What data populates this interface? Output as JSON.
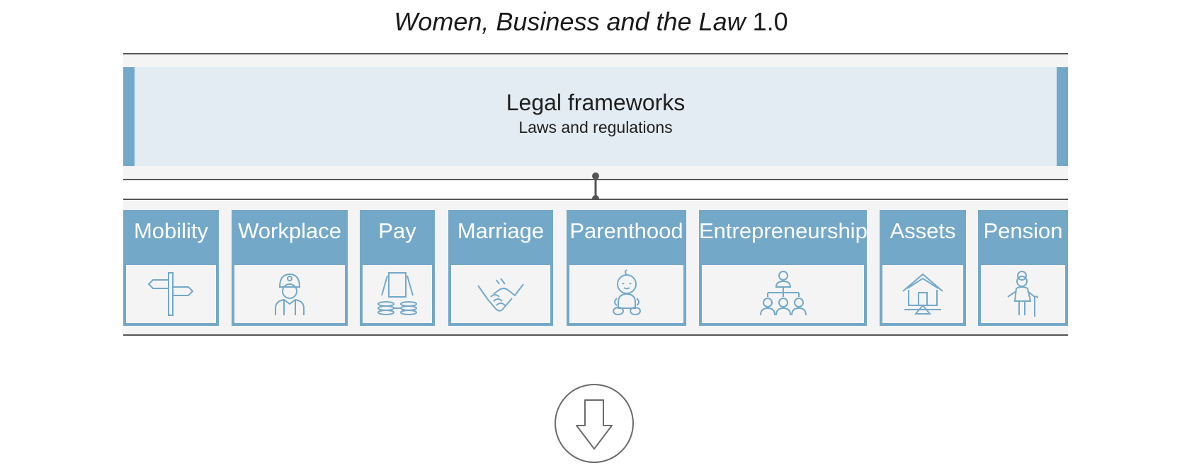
{
  "header": {
    "title_italic": "Women, Business and the Law",
    "title_version": "1.0"
  },
  "legal": {
    "title": "Legal frameworks",
    "subtitle": "Laws and regulations"
  },
  "pillars": [
    {
      "label": "Mobility",
      "icon": "signpost-icon"
    },
    {
      "label": "Workplace",
      "icon": "worker-icon"
    },
    {
      "label": "Pay",
      "icon": "money-icon"
    },
    {
      "label": "Marriage",
      "icon": "handshake-icon"
    },
    {
      "label": "Parenthood",
      "icon": "baby-icon"
    },
    {
      "label": "Entrepreneurship",
      "icon": "org-chart-icon"
    },
    {
      "label": "Assets",
      "icon": "house-icon"
    },
    {
      "label": "Pension",
      "icon": "elderly-woman-icon"
    }
  ],
  "colors": {
    "accent": "#74a8c8",
    "legal_fill": "#e4ecf3",
    "band": "#f4f4f4",
    "line": "#555555"
  },
  "footer": {
    "icon": "down-arrow-icon"
  }
}
